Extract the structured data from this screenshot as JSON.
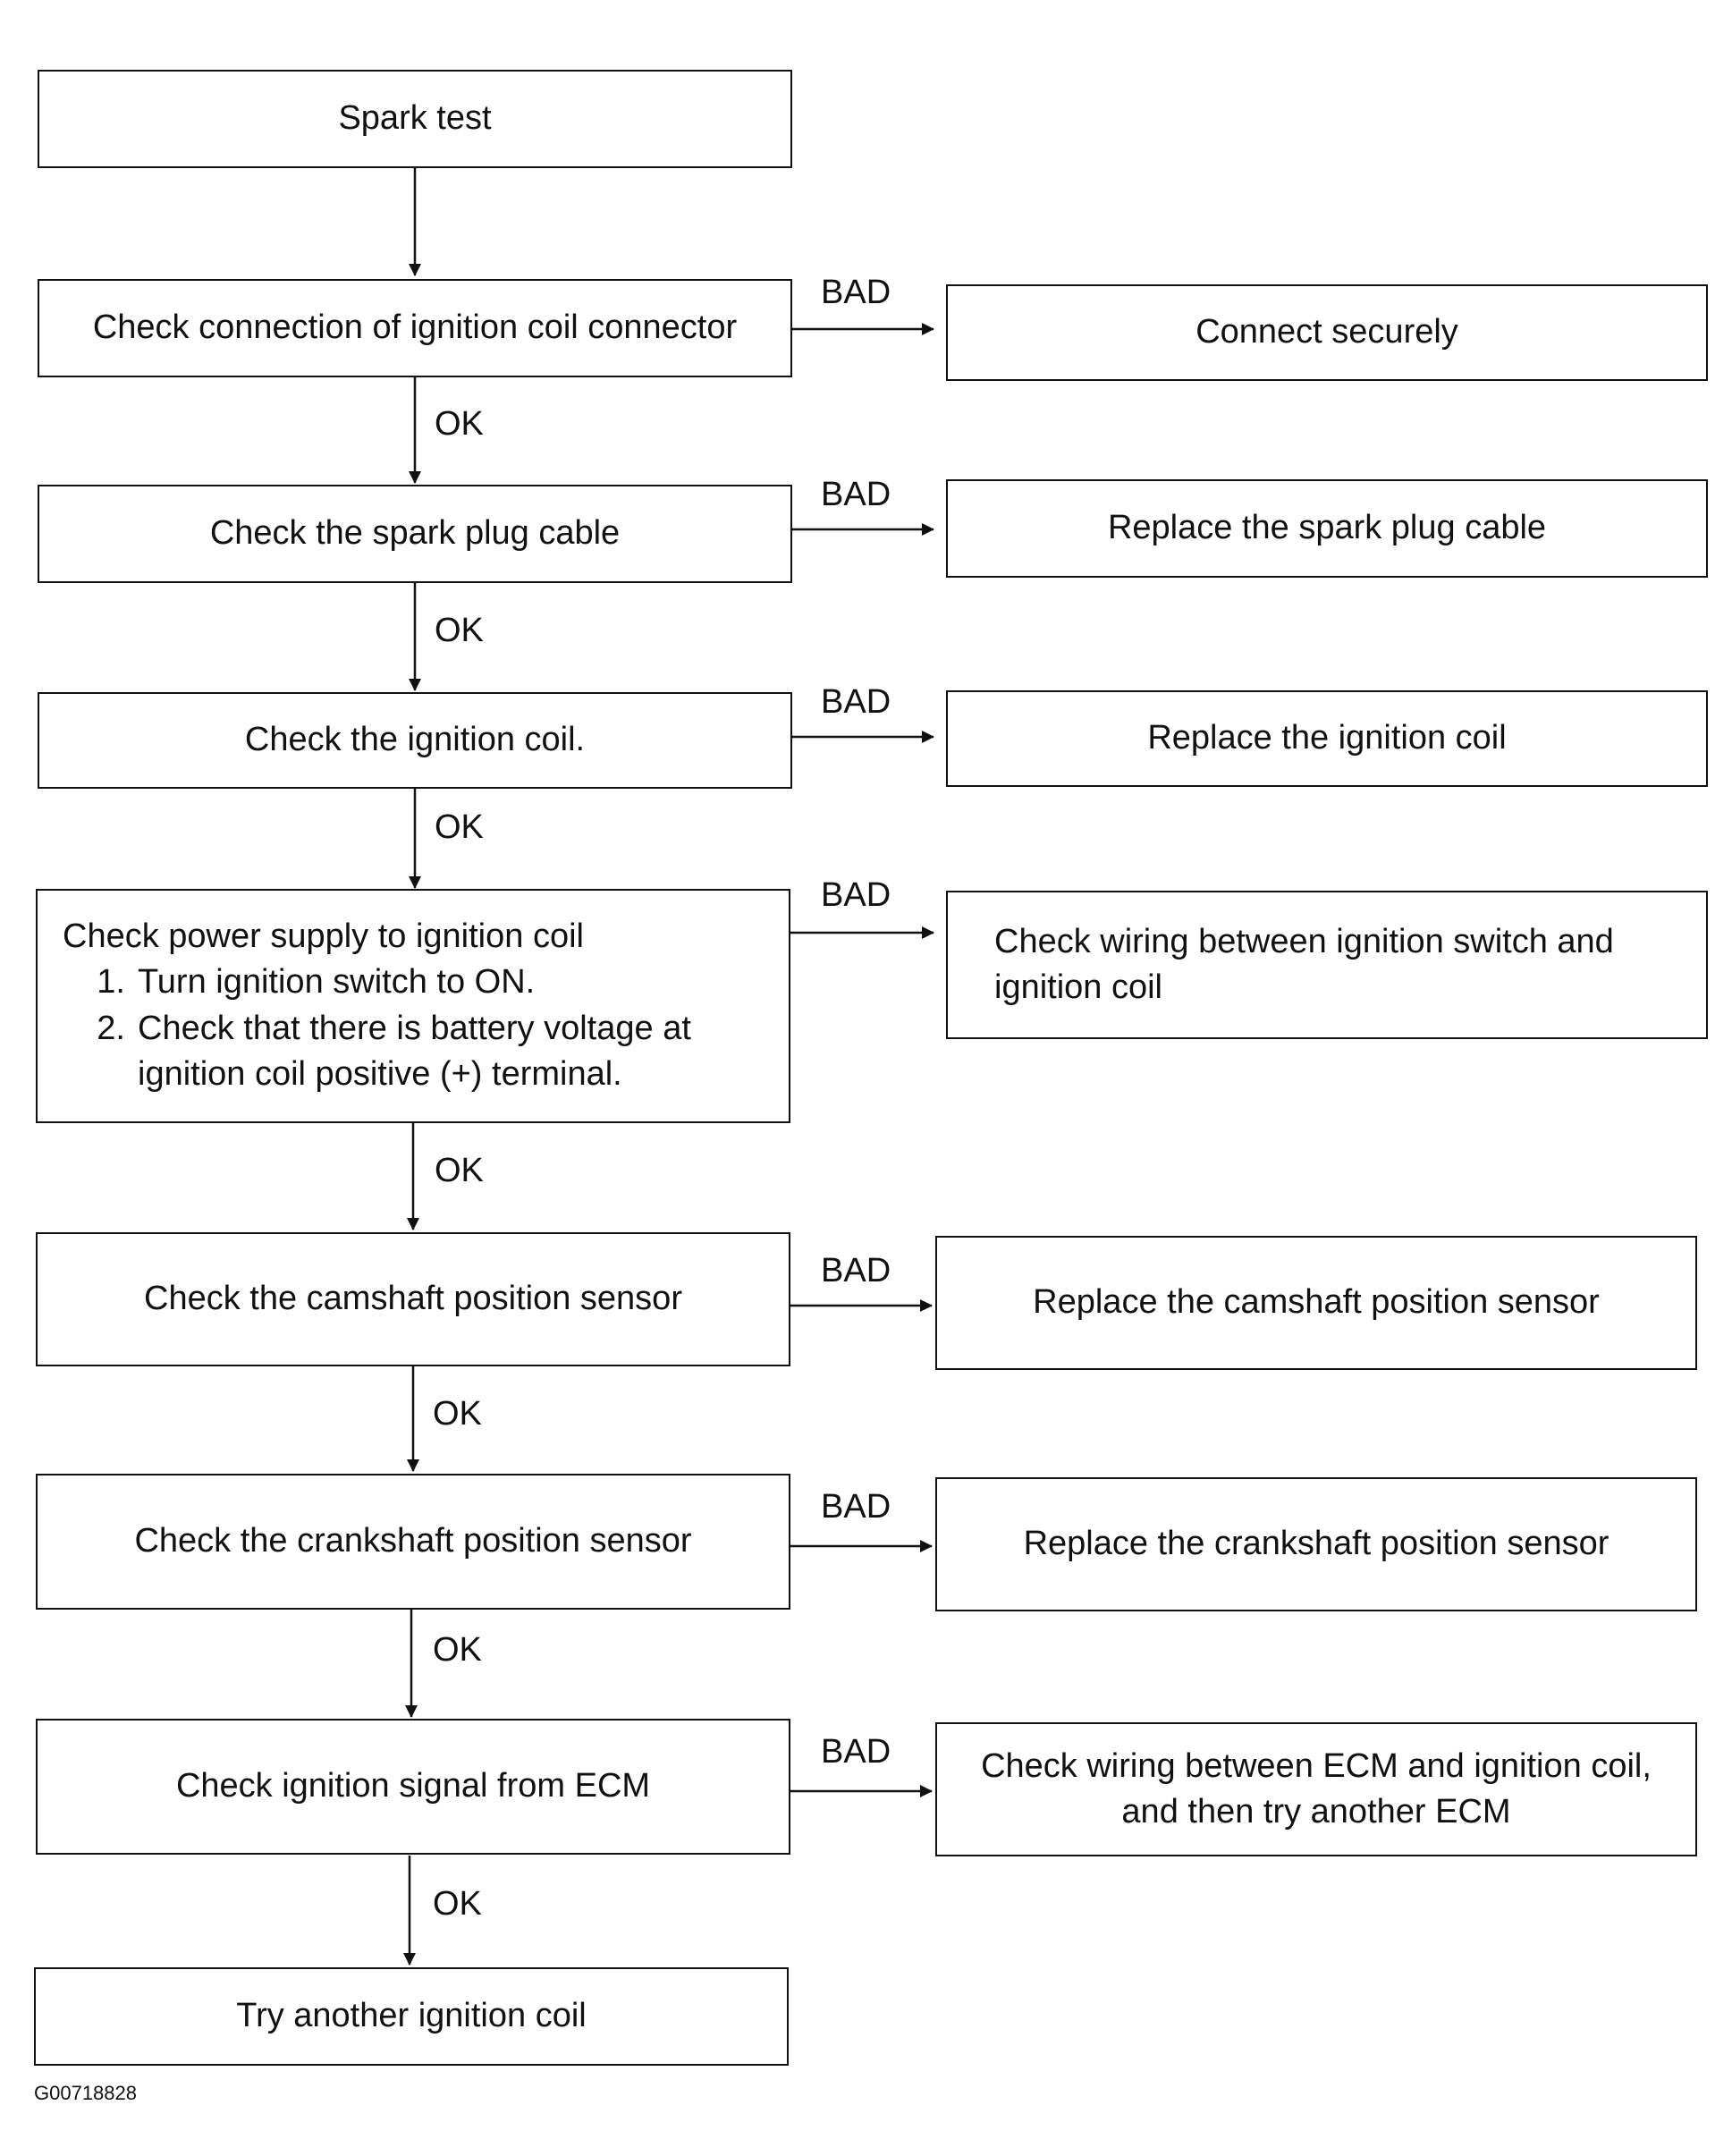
{
  "flowchart": {
    "start": "Spark test",
    "checks": [
      {
        "label": "Check connection of ignition coil connector",
        "bad_action": "Connect securely"
      },
      {
        "label": "Check the spark plug cable",
        "bad_action": "Replace the spark plug cable"
      },
      {
        "label": "Check the ignition coil.",
        "bad_action": "Replace the ignition coil"
      },
      {
        "label": "Check power supply to ignition coil",
        "steps": [
          {
            "num": "1.",
            "text": "Turn ignition switch to ON."
          },
          {
            "num": "2.",
            "text": "Check that there is battery voltage at ignition coil positive (+) terminal."
          }
        ],
        "bad_action": "Check wiring between ignition switch and ignition coil"
      },
      {
        "label": "Check the camshaft position sensor",
        "bad_action": "Replace the camshaft position sensor"
      },
      {
        "label": "Check the crankshaft position sensor",
        "bad_action": "Replace the crankshaft position sensor"
      },
      {
        "label": "Check ignition signal from ECM",
        "bad_action": "Check wiring between ECM and ignition coil, and then try another ECM"
      }
    ],
    "end": "Try another ignition coil",
    "ok_label": "OK",
    "bad_label": "BAD"
  },
  "figure_id": "G00718828"
}
